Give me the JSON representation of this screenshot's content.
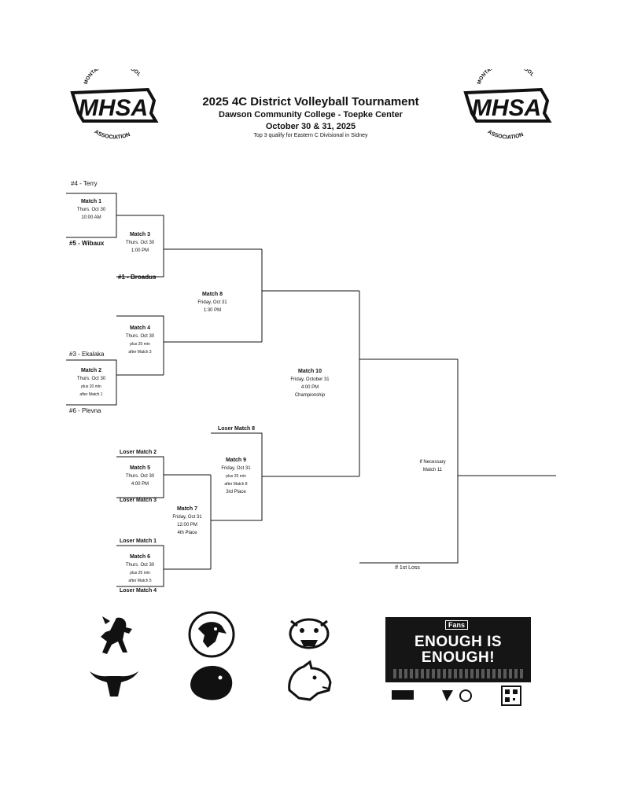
{
  "header": {
    "title": "2025 4C District Volleyball Tournament",
    "venue": "Dawson Community College - Toepke Center",
    "dates": "October 30 & 31, 2025",
    "note": "Top 3 qualify for Eastern C Divisional in Sidney"
  },
  "logos": {
    "left": {
      "ring_top": "MONTANA HIGH SCHOOL",
      "main": "MHSA",
      "ring_bottom": "ASSOCIATION"
    },
    "right": {
      "ring_top": "MONTANA HIGH SCHOOL",
      "main": "MHSA",
      "ring_bottom": "ASSOCIATION"
    }
  },
  "teams": {
    "t4": "#4 - Terry",
    "t5": "#5 - Wibaux",
    "t1": "#1 - Broadus",
    "t3": "#3 - Ekalaka",
    "t6": "#6 - Plevna"
  },
  "matches": {
    "m1": {
      "title": "Match 1",
      "day": "Thurs. Oct 30",
      "time": "10:00 AM"
    },
    "m2": {
      "title": "Match 2",
      "day": "Thurs. Oct 30",
      "time1": "plus 20 min",
      "time2": "after Match 1"
    },
    "m3": {
      "title": "Match 3",
      "day": "Thurs. Oct 30",
      "time": "1:00 PM"
    },
    "m4": {
      "title": "Match 4",
      "day": "Thurs. Oct 30",
      "time1": "plus 20 min",
      "time2": "after Match 3"
    },
    "m5": {
      "title": "Match 5",
      "day": "Thurs. Oct 30",
      "time": "4:00 PM"
    },
    "m6": {
      "title": "Match 6",
      "day": "Thurs. Oct 30",
      "time1": "plus 20 min",
      "time2": "after Match 5"
    },
    "m7": {
      "title": "Match 7",
      "day": "Friday, Oct 31",
      "time": "12:00 PM",
      "note": "4th Place"
    },
    "m8": {
      "title": "Match 8",
      "day": "Friday, Oct 31",
      "time": "1:30 PM"
    },
    "m9": {
      "title": "Match 9",
      "day": "Friday, Oct 31",
      "time1": "plus 20 min",
      "time2": "after Match 8",
      "note": "3rd Place"
    },
    "m10": {
      "title": "Match 10",
      "day": "Friday, October 31",
      "time": "4:00 PM",
      "note": "Championship"
    },
    "m11": {
      "line1": "If Necessary",
      "line2": "Match 11"
    }
  },
  "slots": {
    "loser_m8": "Loser Match 8",
    "loser_m2": "Loser Match 2",
    "loser_m3": "Loser Match 3",
    "loser_m1": "Loser Match 1",
    "loser_m4": "Loser Match 4",
    "if_first_loss": "If 1st Loss"
  },
  "ad": {
    "brand": "Fans",
    "line1": "ENOUGH IS",
    "line2": "ENOUGH!"
  },
  "mascots": [
    "mustang-icon",
    "hawk-icon",
    "bulldog-icon",
    "longhorn-icon",
    "panther-icon",
    "dog-icon"
  ]
}
